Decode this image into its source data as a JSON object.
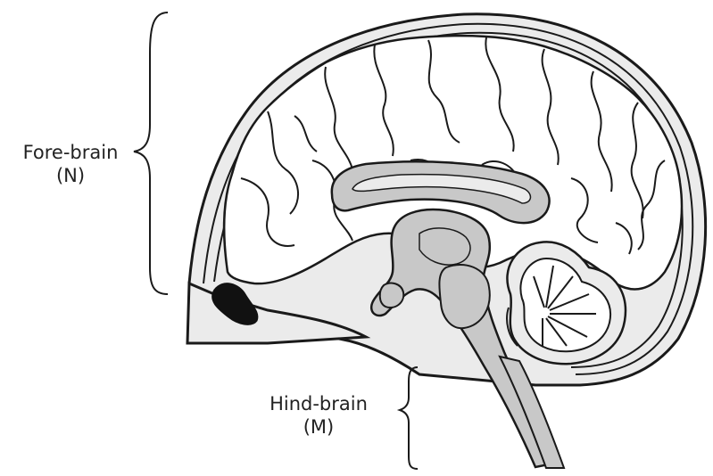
{
  "labels": {
    "forebrain": {
      "name": "Fore-brain",
      "code": "(N)"
    },
    "hindbrain": {
      "name": "Hind-brain",
      "code": "(M)"
    }
  },
  "colors": {
    "line": "#1a1a1a",
    "gray_fill": "#c8c8c8",
    "light_fill": "#ebebeb",
    "white": "#ffffff",
    "dark": "#111111"
  }
}
